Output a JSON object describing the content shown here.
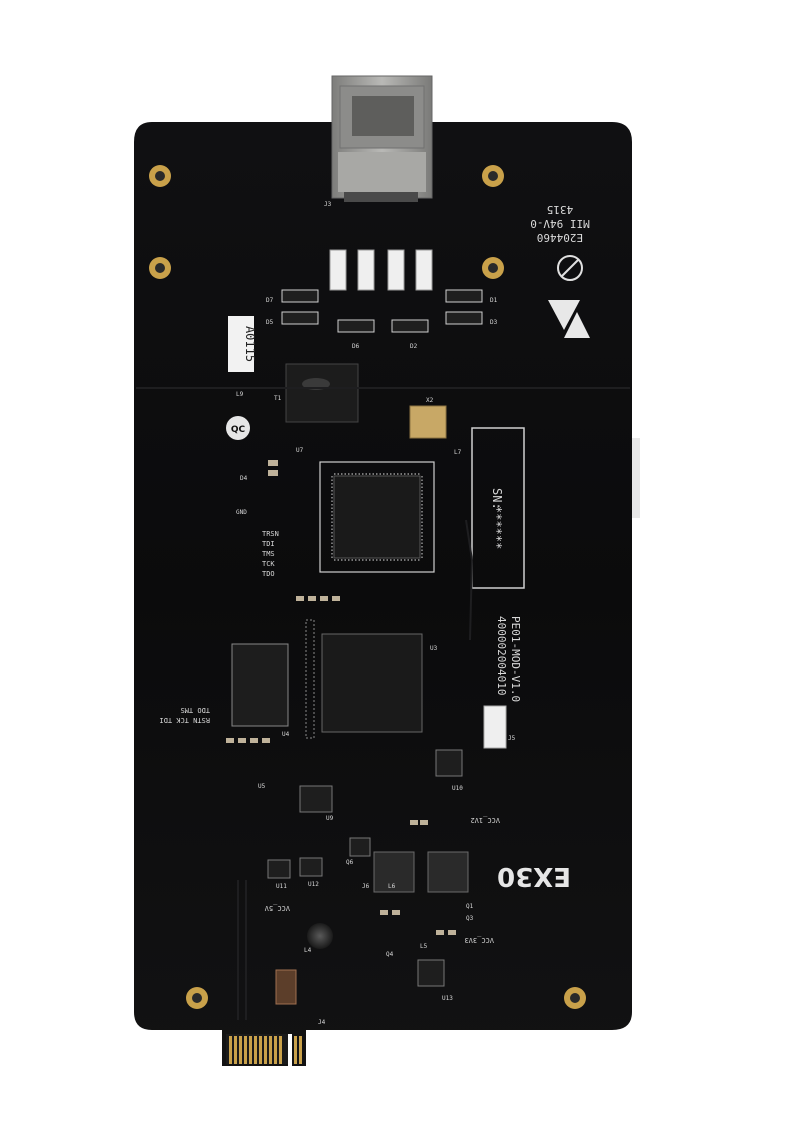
{
  "board": {
    "part_number": "PE01-MOD-V1.0",
    "code": "400002004010",
    "model": "EX30",
    "sn_label": "SN:",
    "sn_value": "******",
    "qc_label": "QC",
    "batch_label": "A0115",
    "ul_cert": "E204460",
    "flammability": "MII 94V-0",
    "date_code": "4315"
  },
  "silkscreen": {
    "jtag_pins": [
      "TRSN",
      "TDI",
      "TMS",
      "TCK",
      "TDO"
    ],
    "jtag_row1": "RSTN TCK TDI",
    "jtag_row2": "TDO TMS",
    "rails": [
      "VCC_5V",
      "VCC_1V2",
      "VCC_3V3"
    ],
    "refs": [
      "J3",
      "T1",
      "L9",
      "D7",
      "D5",
      "D6",
      "D2",
      "D1",
      "D3",
      "D4",
      "X2",
      "L7",
      "U7",
      "U3",
      "U4",
      "U5",
      "U9",
      "U10",
      "U11",
      "U12",
      "U13",
      "Q1",
      "Q3",
      "Q4",
      "Q6",
      "L4",
      "L5",
      "L6",
      "J4",
      "J5",
      "J6",
      "GND"
    ]
  },
  "colors": {
    "background": "#ffffff",
    "pcb": "#0d0d0e",
    "silkscreen": "#d9d9d9",
    "gold": "#c9a14a",
    "connector_metal": "#9a9a98"
  }
}
